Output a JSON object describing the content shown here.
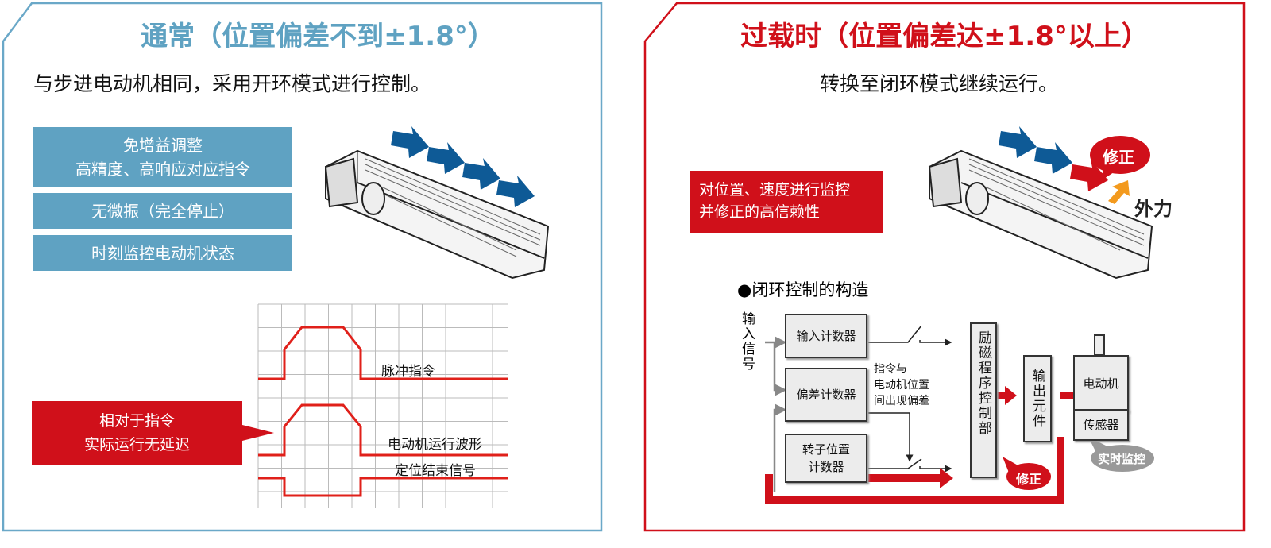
{
  "left": {
    "title": "通常（位置偏差不到±1.8°）",
    "subtitle": "与步进电动机相同，采用开环模式进行控制。",
    "features": [
      {
        "line1": "免增益调整",
        "line2": "高精度、高响应对应指令"
      },
      {
        "line1": "无微振（完全停止）"
      },
      {
        "line1": "时刻监控电动机状态"
      }
    ],
    "callout": {
      "line1": "相对于指令",
      "line2": "实际运行无延迟"
    },
    "waveforms": [
      "脉冲指令",
      "电动机运行波形",
      "定位结束信号"
    ]
  },
  "right": {
    "title": "过载时（位置偏差达±1.8°以上）",
    "subtitle": "转换至闭环模式继续运行。",
    "callout": {
      "line1": "对位置、速度进行监控",
      "line2": "并修正的高信赖性"
    },
    "bubble_correct": "修正",
    "external_force": "外力",
    "diagram": {
      "heading": "●闭环控制的构造",
      "input_signal": "输入信号",
      "input_counter": "输入计数器",
      "deviation_counter": "偏差计数器",
      "rotor_counter_line1": "转子位置",
      "rotor_counter_line2": "计数器",
      "note_line1": "指令与",
      "note_line2": "电动机位置",
      "note_line3": "间出现偏差",
      "excitation": "励磁程序控制部",
      "output": "输出元件",
      "motor": "电动机",
      "sensor": "传感器",
      "correct": "修正",
      "monitor": "实时监控"
    }
  },
  "colors": {
    "blue": "#5fa2c2",
    "red": "#d0101a",
    "arrow_blue": "#0e5a96",
    "orange": "#f39a1e"
  }
}
